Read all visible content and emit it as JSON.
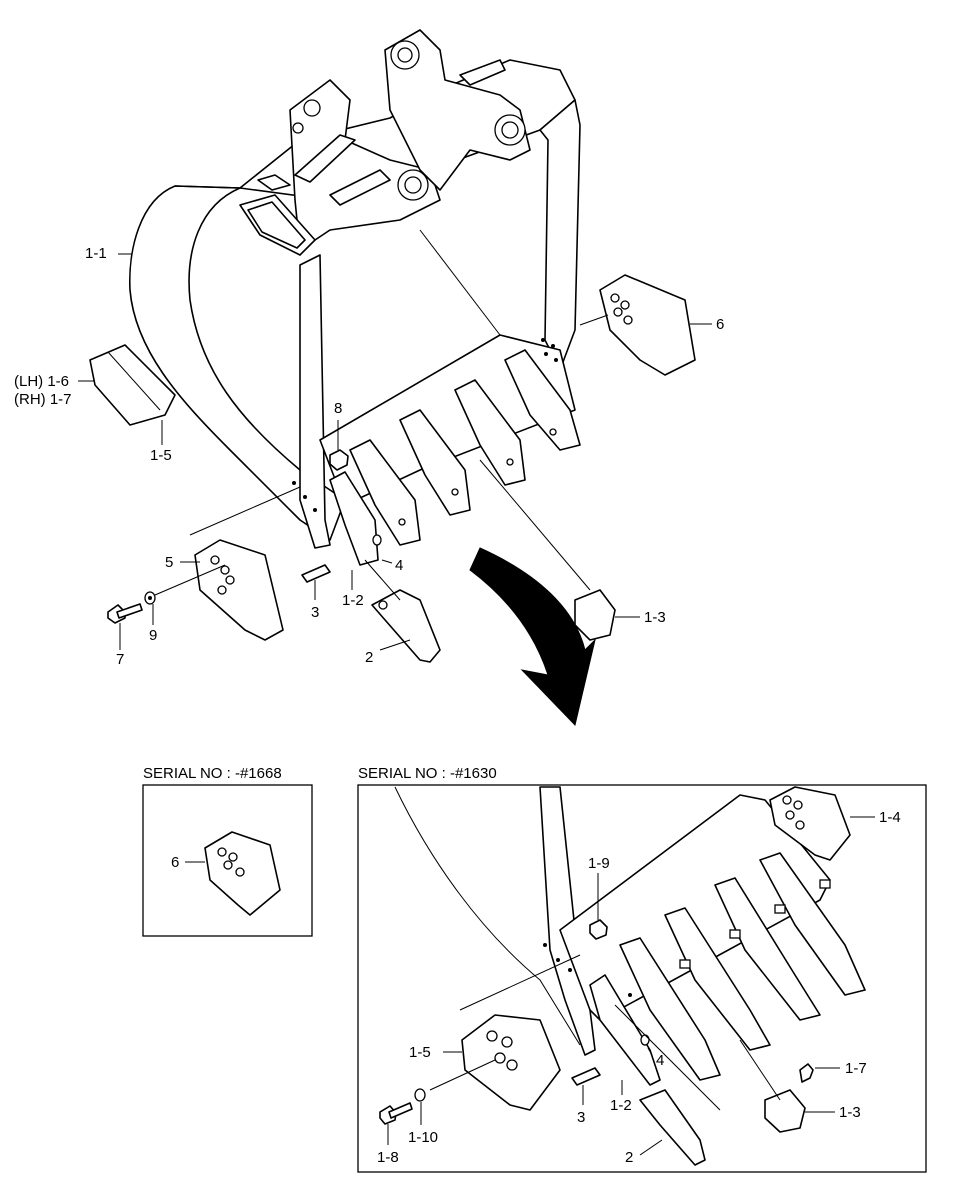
{
  "labels": {
    "l_1_1": "1-1",
    "l_lh16": "(LH) 1-6",
    "l_rh17": "(RH) 1-7",
    "l_1_5_top": "1-5",
    "l_8_top": "8",
    "l_6_top": "6",
    "l_5_top": "5",
    "l_4_top": "4",
    "l_3_top": "3",
    "l_1_2_top": "1-2",
    "l_7": "7",
    "l_9": "9",
    "l_2_top": "2",
    "l_1_3_top": "1-3",
    "l_6_inset": "6",
    "l_1_4": "1-4",
    "l_1_9": "1-9",
    "l_4_bot": "4",
    "l_1_5_bot": "1-5",
    "l_3_bot": "3",
    "l_1_2_bot": "1-2",
    "l_1_7_bot": "1-7",
    "l_1_3_bot": "1-3",
    "l_1_8": "1-8",
    "l_1_10": "1-10",
    "l_2_bot": "2"
  },
  "panels": {
    "left_title": "SERIAL NO : -#1668",
    "right_title": "SERIAL NO : -#1630"
  }
}
